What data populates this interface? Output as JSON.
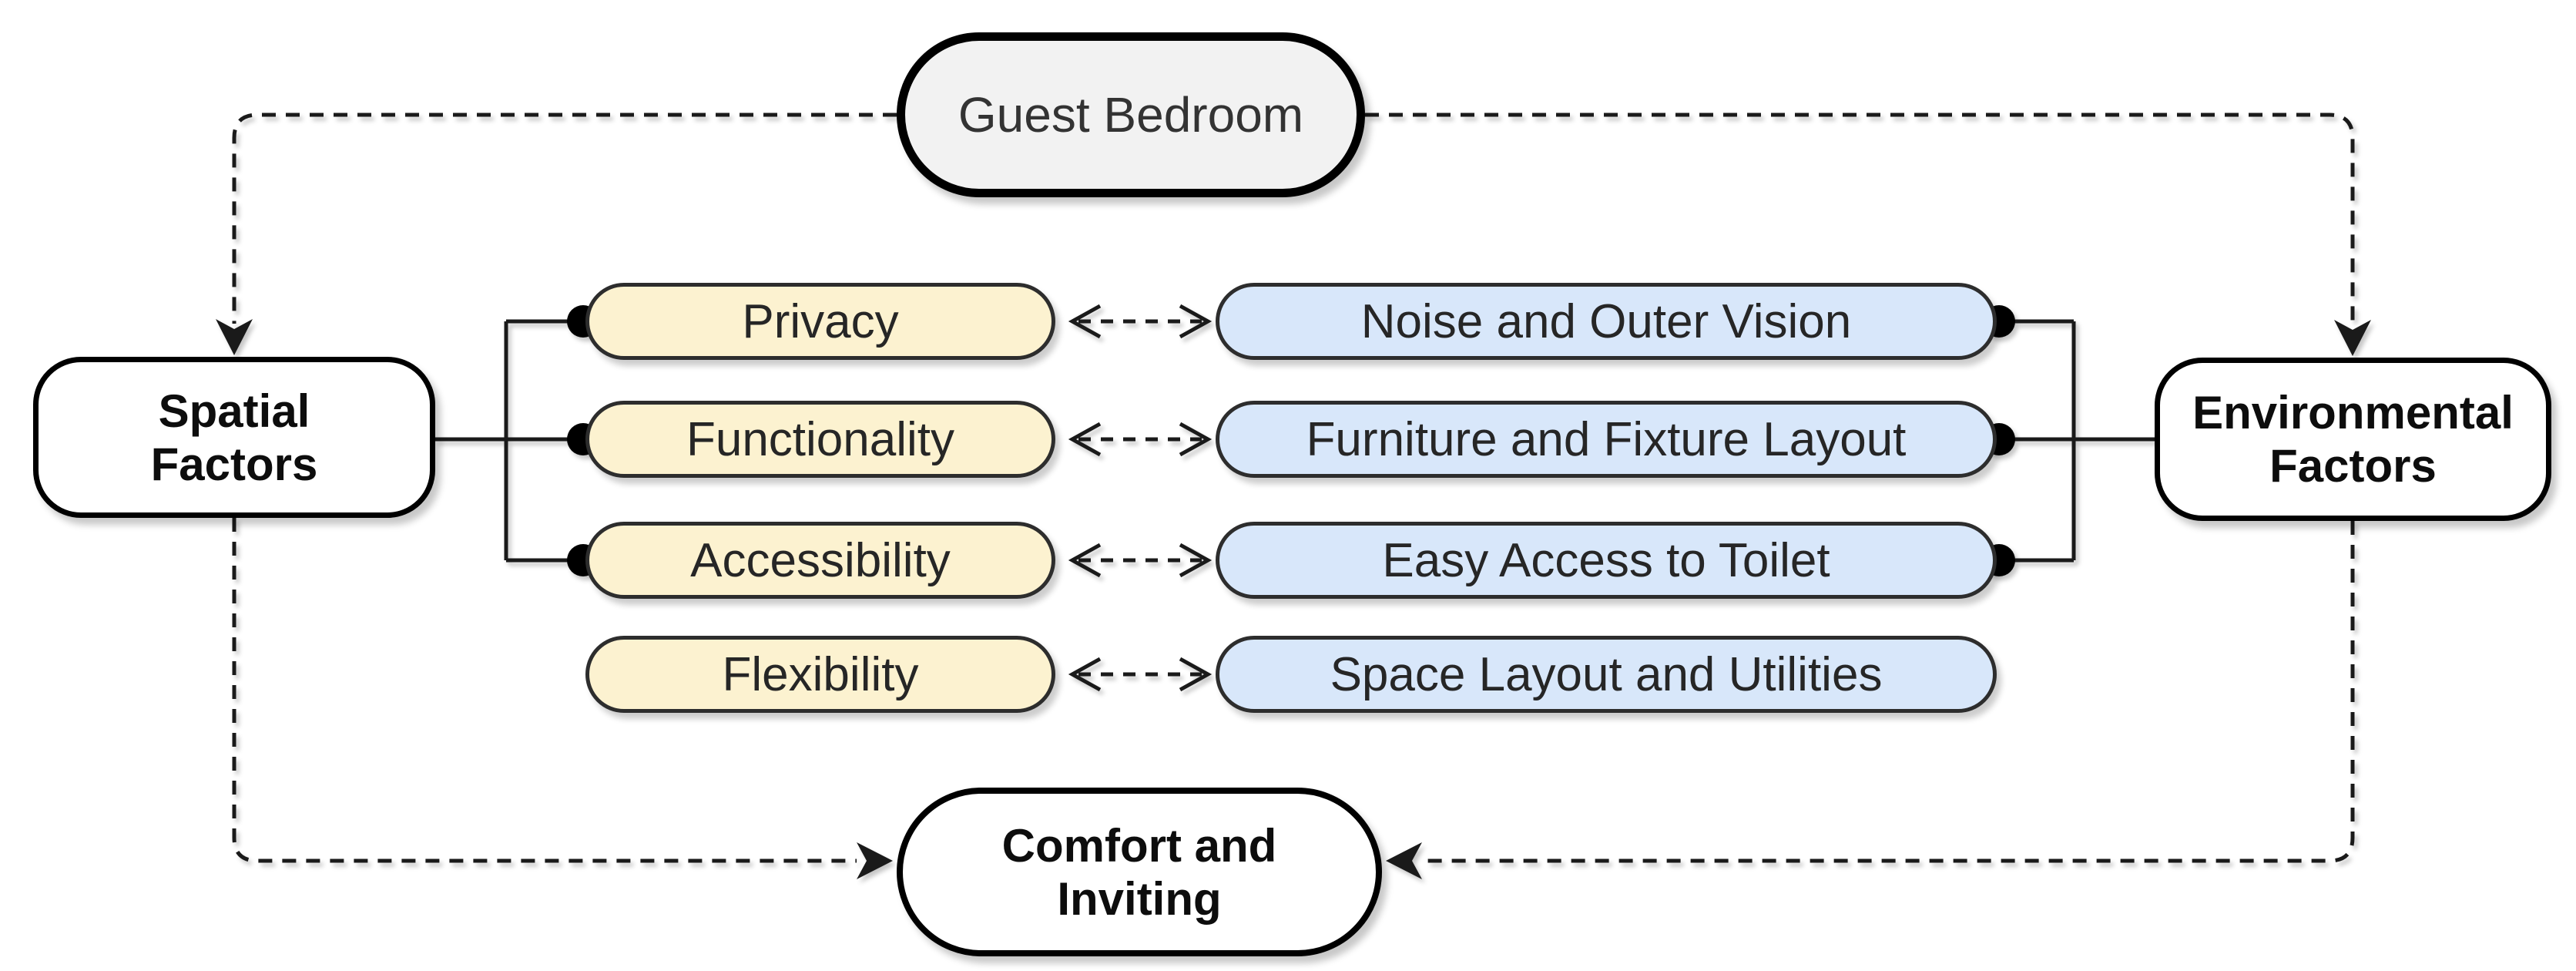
{
  "diagram": {
    "root": {
      "label": "Guest Bedroom"
    },
    "left_factor": {
      "label": "Spatial Factors"
    },
    "right_factor": {
      "label": "Environmental Factors"
    },
    "outcome": {
      "label": "Comfort and Inviting"
    },
    "rows": [
      {
        "left": "Privacy",
        "right": "Noise and Outer Vision"
      },
      {
        "left": "Functionality",
        "right": "Furniture and Fixture Layout"
      },
      {
        "left": "Accessibility",
        "right": "Easy Access to Toilet"
      },
      {
        "left": "Flexibility",
        "right": "Space Layout and Utilities"
      }
    ],
    "colors": {
      "page_bg": "#ffffff",
      "root_fill": "#f2f2f2",
      "node_fill": "#ffffff",
      "spatial_item_fill": "#fcf2d0",
      "environment_item_fill": "#d8e7fa",
      "item_border": "#2d2d2d",
      "node_border": "#000000",
      "connector": "#1a1a1a",
      "text": "#262626"
    }
  }
}
